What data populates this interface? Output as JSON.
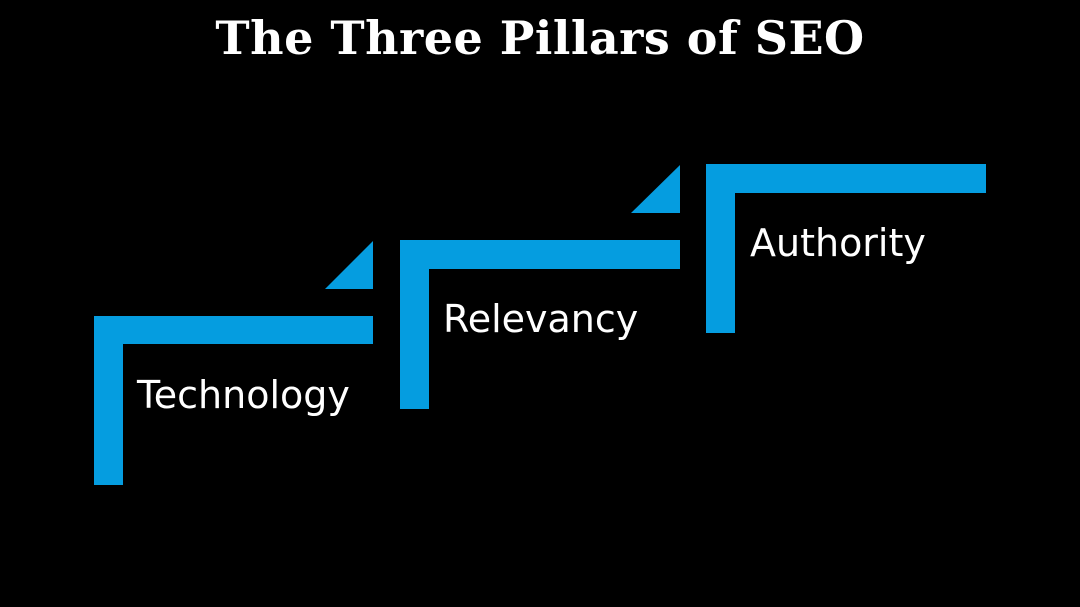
{
  "title": "The Three Pillars of SEO",
  "accent_color": "#059de0",
  "pillars": [
    {
      "label": "Technology"
    },
    {
      "label": "Relevancy"
    },
    {
      "label": "Authority"
    }
  ]
}
